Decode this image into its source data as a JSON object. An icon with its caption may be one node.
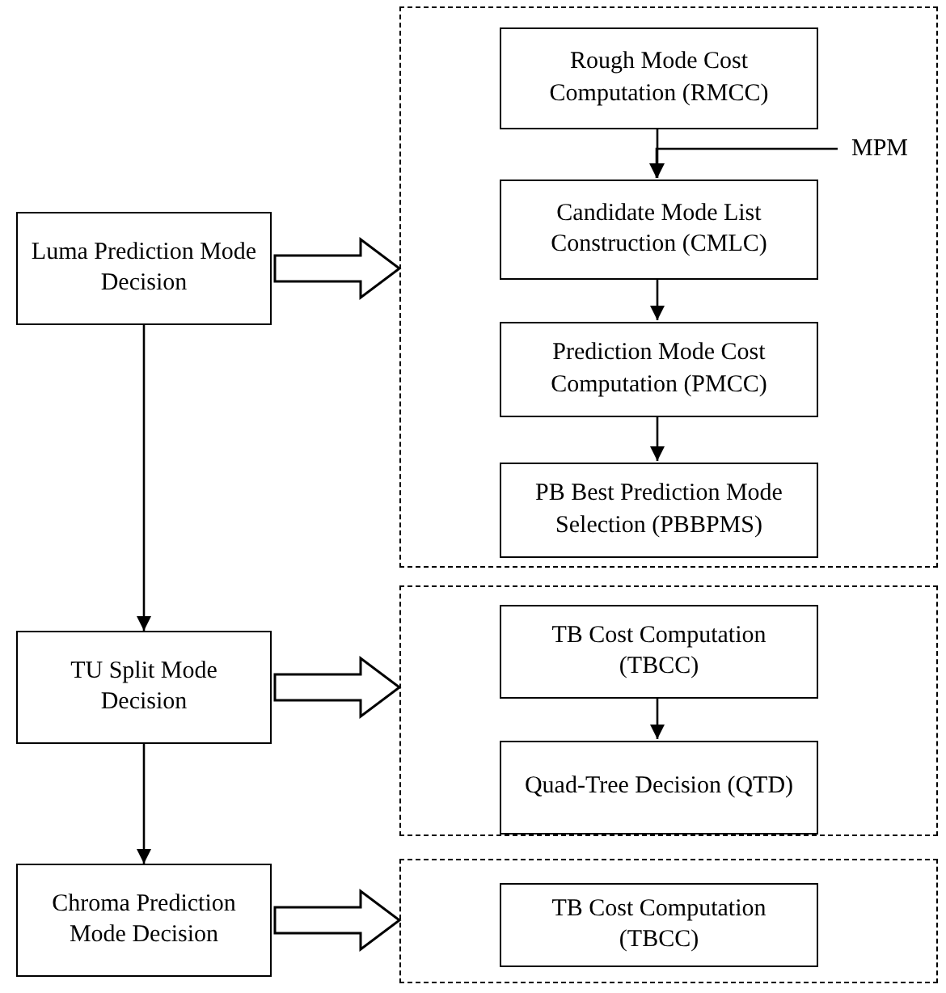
{
  "diagram": {
    "nodes": [
      {
        "text": [
          "Luma Prediction Mode Decision"
        ]
      },
      {
        "text": [
          "TU Split Mode Decision"
        ]
      },
      {
        "text": [
          "Chroma Prediction Mode Decision"
        ]
      },
      {
        "text": [],
        "shape": "box"
      },
      {
        "text": [
          "Rough Mode Cost Computation (RMCC)"
        ],
        "in": 3
      },
      {
        "text": [
          "Candidate Mode List Construction (CMLC)"
        ],
        "in": 3
      },
      {
        "text": [
          "Prediction Mode Cost Computation (PMCC)"
        ],
        "in": 3
      },
      {
        "text": [
          "PB Best Prediction Mode Selection (PBBPMS)"
        ],
        "in": 3
      },
      {
        "text": [
          "MPM"
        ],
        "in": 3
      },
      {
        "text": [],
        "shape": "box"
      },
      {
        "text": [
          "TB Cost Computation (TBCC)"
        ],
        "in": 9
      },
      {
        "text": [
          "Quad-Tree Decision (QTD)"
        ],
        "in": 9
      },
      {
        "text": [],
        "shape": "box"
      },
      {
        "text": [
          "TB Cost Computation (TBCC)"
        ],
        "in": 12
      }
    ],
    "edges": [
      {
        "from": 0,
        "to": 1,
        "arrow": "to"
      },
      {
        "from": 1,
        "to": 2,
        "arrow": "to"
      },
      {
        "from": 0,
        "to": 3,
        "arrow": "to",
        "style": "thick"
      },
      {
        "from": 1,
        "to": 9,
        "arrow": "to",
        "style": "thick"
      },
      {
        "from": 2,
        "to": 12,
        "arrow": "to",
        "style": "thick"
      },
      {
        "from": 4,
        "to": 5,
        "arrow": "to"
      },
      {
        "from": 8,
        "to": 5,
        "arrow": "to"
      },
      {
        "from": 5,
        "to": 6,
        "arrow": "to"
      },
      {
        "from": 6,
        "to": 7,
        "arrow": "to"
      },
      {
        "from": 10,
        "to": 11,
        "arrow": "to"
      }
    ]
  }
}
